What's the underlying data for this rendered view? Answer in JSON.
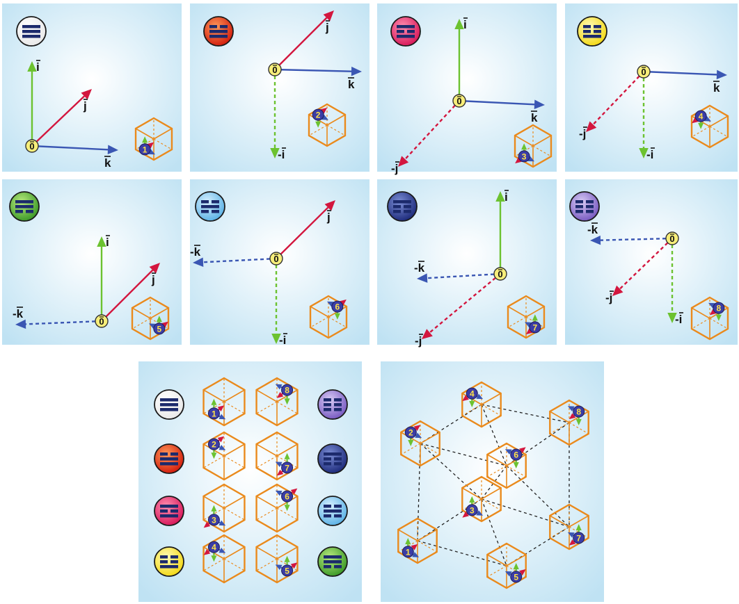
{
  "colors": {
    "panel_center": "#ffffff",
    "panel_edge": "#bfe2f3",
    "i_axis": "#6cc230",
    "j_axis": "#d3163e",
    "k_axis": "#3a56b3",
    "cube": "#ea8a1c",
    "trigram_bar": "#1c2a6c",
    "badge": "#3b3da6",
    "badge_text": "#ffe24a",
    "origin_fill": "#f7ee7a"
  },
  "labels": {
    "origin": "0",
    "i": "i",
    "j": "j",
    "k": "k",
    "neg_i": "-i",
    "neg_j": "-j",
    "neg_k": "-k"
  },
  "panels": [
    {
      "number": "1",
      "trigram": "qian",
      "trigram_color": "white",
      "i": "+",
      "j": "+",
      "k": "+"
    },
    {
      "number": "2",
      "trigram": "dui",
      "trigram_color": "red",
      "i": "-",
      "j": "+",
      "k": "+"
    },
    {
      "number": "3",
      "trigram": "li",
      "trigram_color": "pink",
      "i": "+",
      "j": "-",
      "k": "+"
    },
    {
      "number": "4",
      "trigram": "zhen",
      "trigram_color": "yellow",
      "i": "-",
      "j": "-",
      "k": "+"
    },
    {
      "number": "5",
      "trigram": "xun",
      "trigram_color": "green",
      "i": "+",
      "j": "+",
      "k": "-"
    },
    {
      "number": "6",
      "trigram": "kan",
      "trigram_color": "blue",
      "i": "-",
      "j": "+",
      "k": "-"
    },
    {
      "number": "7",
      "trigram": "gen",
      "trigram_color": "navy",
      "i": "+",
      "j": "-",
      "k": "-"
    },
    {
      "number": "8",
      "trigram": "kun",
      "trigram_color": "purple",
      "i": "-",
      "j": "-",
      "k": "-"
    }
  ],
  "summary_grid": {
    "left_column": [
      "1",
      "2",
      "3",
      "4"
    ],
    "right_column": [
      "8",
      "7",
      "6",
      "5"
    ]
  },
  "lattice": {
    "nodes": [
      "4",
      "8",
      "2",
      "6",
      "3",
      "1",
      "7",
      "5"
    ]
  }
}
